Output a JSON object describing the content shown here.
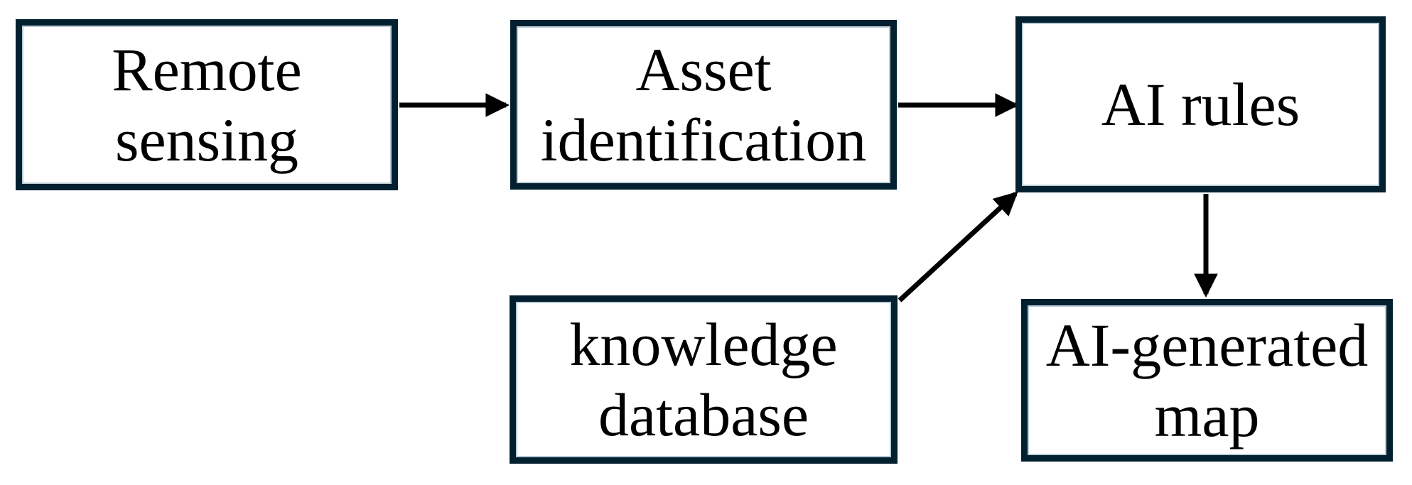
{
  "diagram": {
    "type": "flowchart",
    "nodes": [
      {
        "id": "remote-sensing",
        "label": "Remote\nsensing"
      },
      {
        "id": "asset-identification",
        "label": "Asset\nidentification"
      },
      {
        "id": "ai-rules",
        "label": "AI rules"
      },
      {
        "id": "knowledge-database",
        "label": "knowledge\ndatabase"
      },
      {
        "id": "ai-generated-map",
        "label": "AI-generated\nmap"
      }
    ],
    "edges": [
      {
        "from": "remote-sensing",
        "to": "ai-rules",
        "via": "asset-identification",
        "label": ""
      },
      {
        "from": "asset-identification",
        "to": "ai-rules",
        "label": ""
      },
      {
        "from": "knowledge-database",
        "to": "ai-rules",
        "label": ""
      },
      {
        "from": "ai-rules",
        "to": "ai-generated-map",
        "label": ""
      }
    ],
    "colors": {
      "box_border": "#032031",
      "box_fill": "#ffffff",
      "inner_edge": "#b8ccd6",
      "arrow": "#000000",
      "text": "#000000"
    }
  }
}
